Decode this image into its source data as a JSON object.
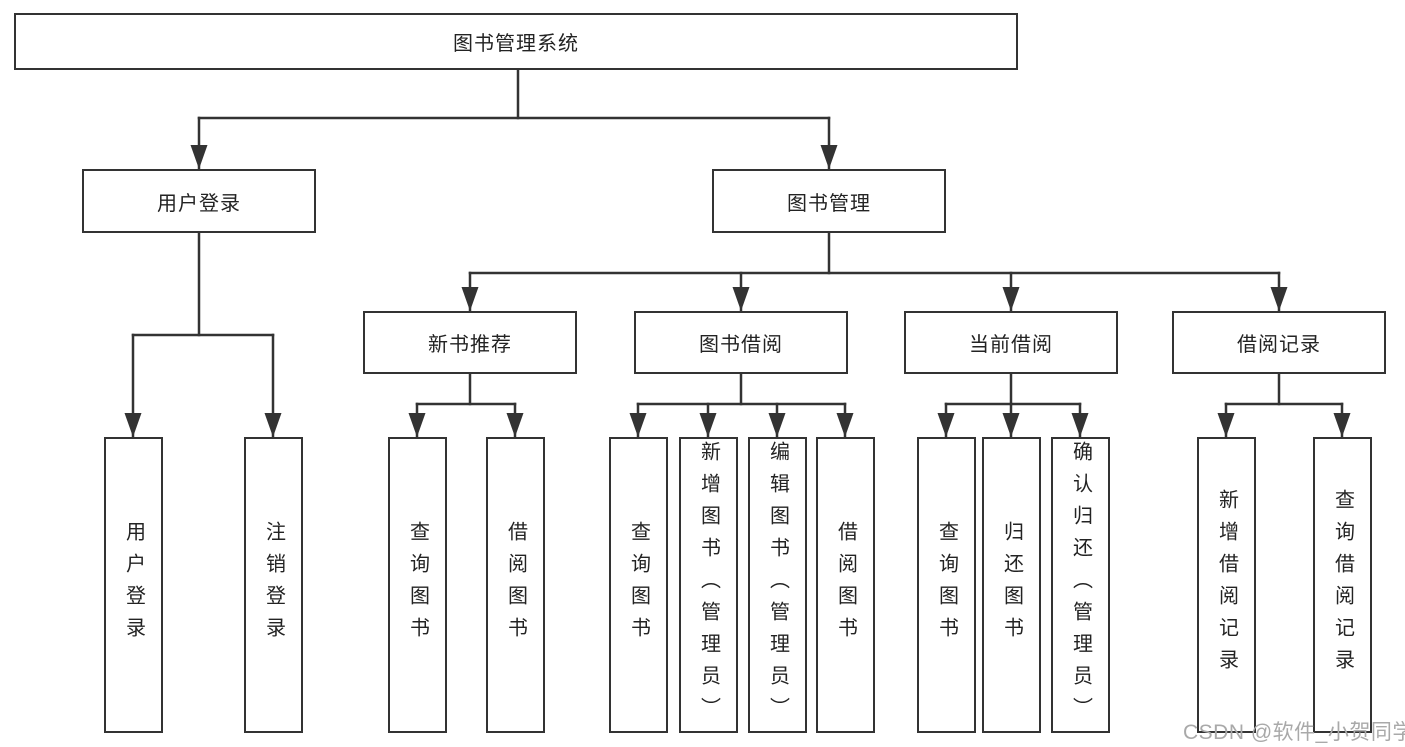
{
  "tree": {
    "label": "图书管理系统",
    "children": [
      {
        "label": "用户登录",
        "children": [
          {
            "label": "用户登录"
          },
          {
            "label": "注销登录"
          }
        ]
      },
      {
        "label": "图书管理",
        "children": [
          {
            "label": "新书推荐",
            "children": [
              {
                "label": "查询图书"
              },
              {
                "label": "借阅图书"
              }
            ]
          },
          {
            "label": "图书借阅",
            "children": [
              {
                "label": "查询图书"
              },
              {
                "label": "新增图书（管理员）"
              },
              {
                "label": "编辑图书（管理员）"
              },
              {
                "label": "借阅图书"
              }
            ]
          },
          {
            "label": "当前借阅",
            "children": [
              {
                "label": "查询图书"
              },
              {
                "label": "归还图书"
              },
              {
                "label": "确认归还（管理员）"
              }
            ]
          },
          {
            "label": "借阅记录",
            "children": [
              {
                "label": "新增借阅记录"
              },
              {
                "label": "查询借阅记录"
              }
            ]
          }
        ]
      }
    ]
  },
  "watermark": {
    "text": "CSDN @软件_小贺同学"
  },
  "colors": {
    "line": "#333333",
    "box_border": "#333333",
    "text": "#232323",
    "watermark": "#a9a9a9",
    "background": "#ffffff"
  }
}
